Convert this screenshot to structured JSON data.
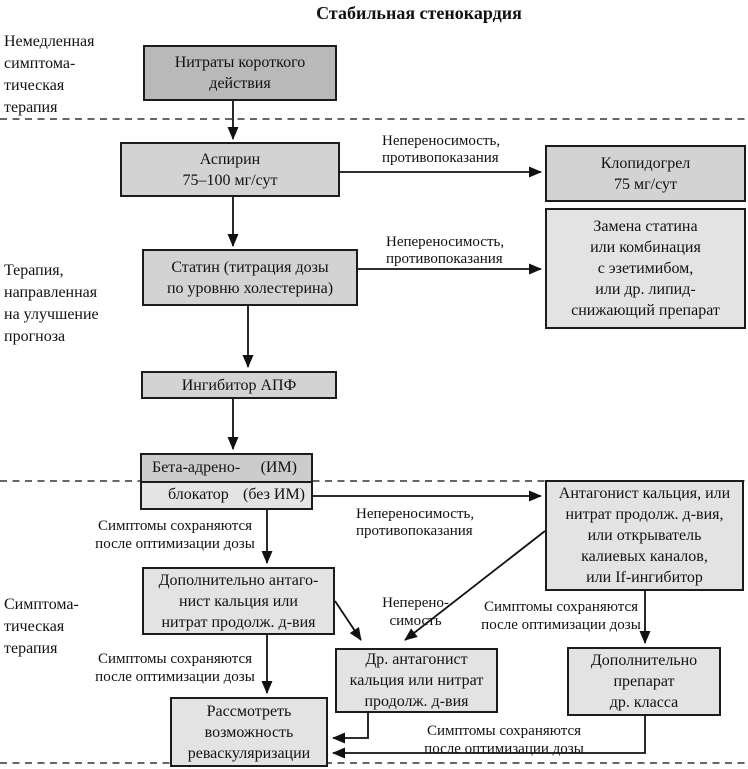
{
  "title": "Стабильная стенокардия",
  "colors": {
    "box_dark": "#b9b9b9",
    "box_medium": "#d3d3d3",
    "box_light": "#e3e3e3",
    "beta_top": "#cccccc",
    "beta_bottom": "#e4e4e4",
    "border": "#1c1c1c",
    "arrow": "#111111"
  },
  "section_labels": {
    "immediate": {
      "lines": [
        "Немедленная",
        "симптома-",
        "тическая",
        "терапия"
      ]
    },
    "prognosis": {
      "lines": [
        "Терапия,",
        "направленная",
        "на улучшение",
        "прогноза"
      ]
    },
    "symptomatic": {
      "lines": [
        "Симптома-",
        "тическая",
        "терапия"
      ]
    }
  },
  "boxes": {
    "nitrates": {
      "lines": [
        "Нитраты короткого",
        "действия"
      ]
    },
    "aspirin": {
      "lines": [
        "Аспирин",
        "75–100 мг/сут"
      ]
    },
    "clopidogrel": {
      "lines": [
        "Клопидогрел",
        "75 мг/сут"
      ]
    },
    "statin": {
      "lines": [
        "Статин (титрация дозы",
        "по уровню холестерина)"
      ]
    },
    "statin_alt": {
      "lines": [
        "Замена статина",
        "или комбинация",
        "с эзетимибом,",
        "или др. липид-",
        "снижающий препарат"
      ]
    },
    "ace": {
      "lines": [
        "Ингибитор АПФ"
      ]
    },
    "beta_blocker": {
      "line1_left": "Бета-адрено-",
      "line1_right": "(ИМ)",
      "line2_left": "блокатор",
      "line2_right": "(без ИМ)"
    },
    "calcium_antagonist": {
      "lines": [
        "Антагонист кальция, или",
        "нитрат продолж. д-вия,",
        "или открыватель",
        "калиевых каналов,",
        "или If-ингибитор"
      ]
    },
    "add_calcium": {
      "lines": [
        "Дополнительно антаго-",
        "нист кальция или",
        "нитрат продолж. д-вия"
      ]
    },
    "other_calcium": {
      "lines": [
        "Др. антагонист",
        "кальция или нитрат",
        "продолж. д-вия"
      ]
    },
    "add_other_class": {
      "lines": [
        "Дополнительно",
        "препарат",
        "др. класса"
      ]
    },
    "revascularization": {
      "lines": [
        "Рассмотреть",
        "возможность",
        "реваскуляризации"
      ]
    }
  },
  "edge_labels": {
    "aspirin_to_clopidogrel": {
      "lines": [
        "Непереносимость,",
        "противопоказания"
      ]
    },
    "statin_to_alt": {
      "lines": [
        "Непереносимость,",
        "противопоказания"
      ]
    },
    "beta_to_calcium": {
      "lines": [
        "Непереносимость,",
        "противопоказания"
      ]
    },
    "intolerance_short": {
      "lines": [
        "Неперено-",
        "симость"
      ]
    },
    "symptoms_after_beta": {
      "lines": [
        "Симптомы сохраняются",
        "после оптимизации дозы"
      ]
    },
    "symptoms_after_add": {
      "lines": [
        "Симптомы сохраняются",
        "после оптимизации дозы"
      ]
    },
    "symptoms_after_antagonist": {
      "lines": [
        "Симптомы сохраняются",
        "после оптимизации дозы"
      ]
    },
    "symptoms_bottom": {
      "lines": [
        "Симптомы сохраняются",
        "после оптимизации дозы"
      ]
    }
  }
}
